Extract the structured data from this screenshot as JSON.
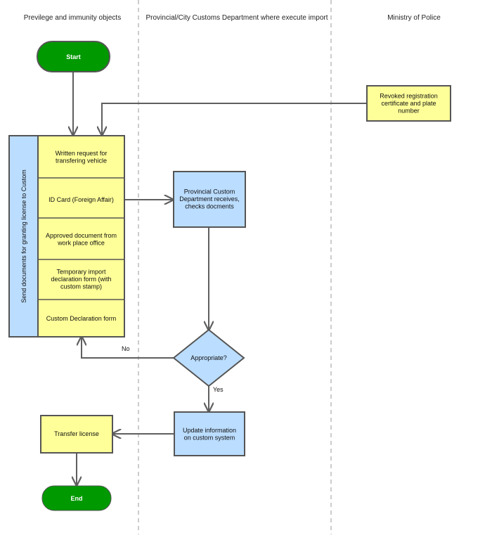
{
  "lanes": [
    "Previlege and immunity objects",
    "Provincial/City Customs Department where execute import",
    "Ministry of Police"
  ],
  "nodes": {
    "start": "Start",
    "end": "End",
    "revoked": [
      "Revoked registration",
      "certificate and plate",
      "number"
    ],
    "group_title": "Send documents for granting license to Custom",
    "doc_written_request": [
      "Written request for",
      "transfering vehicle"
    ],
    "doc_id_card": [
      "ID Card (Foreign Affair)"
    ],
    "doc_approved": [
      "Approved document from",
      "work place office"
    ],
    "doc_temporary": [
      "Temporary import",
      "declaration form (with",
      "custom stamp)"
    ],
    "doc_custom_declaration": [
      "Custom Declaration form"
    ],
    "provincial_receive": [
      "Provincial Custom",
      "Department receives,",
      "checks docments"
    ],
    "decision": "Appropriate?",
    "update_info": [
      "Update information",
      "on custom system"
    ],
    "transfer_license": [
      "Transfer license"
    ]
  },
  "edge_labels": {
    "no": "No",
    "yes": "Yes"
  },
  "colors": {
    "terminal_fill": "#009900",
    "terminal_stroke": "#555555",
    "doc_fill": "#ffff99",
    "process_fill": "#bbddff",
    "stroke": "#555555",
    "lane_divider": "#bbbbbb",
    "edge": "#5f5f5f"
  }
}
